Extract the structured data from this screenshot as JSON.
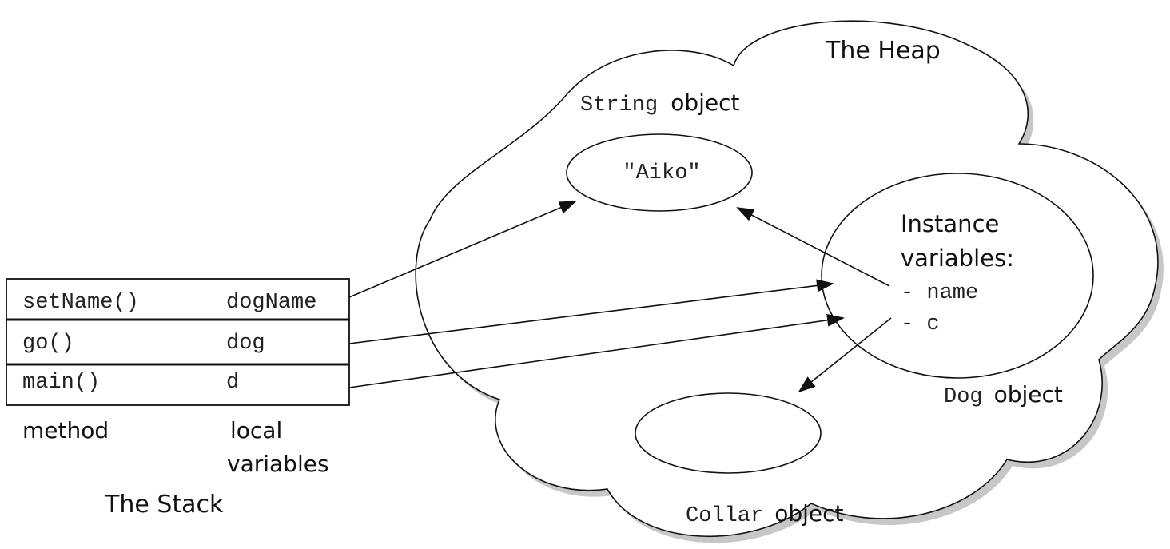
{
  "heap": {
    "title": "The Heap",
    "string_object": {
      "type": "String",
      "label": "object",
      "value": "\"Aiko\""
    },
    "dog_object": {
      "heading_line1": "Instance",
      "heading_line2": "variables:",
      "fields": [
        "- name",
        "- c"
      ],
      "type": "Dog",
      "label": "object"
    },
    "collar_object": {
      "type": "Collar",
      "label": "object"
    }
  },
  "stack": {
    "title": "The Stack",
    "frames": [
      {
        "method": "setName()",
        "local": "dogName"
      },
      {
        "method": "go()",
        "local": "dog"
      },
      {
        "method": "main()",
        "local": "d"
      }
    ],
    "column_method": "method",
    "column_local_line1": "local",
    "column_local_line2": "variables"
  }
}
